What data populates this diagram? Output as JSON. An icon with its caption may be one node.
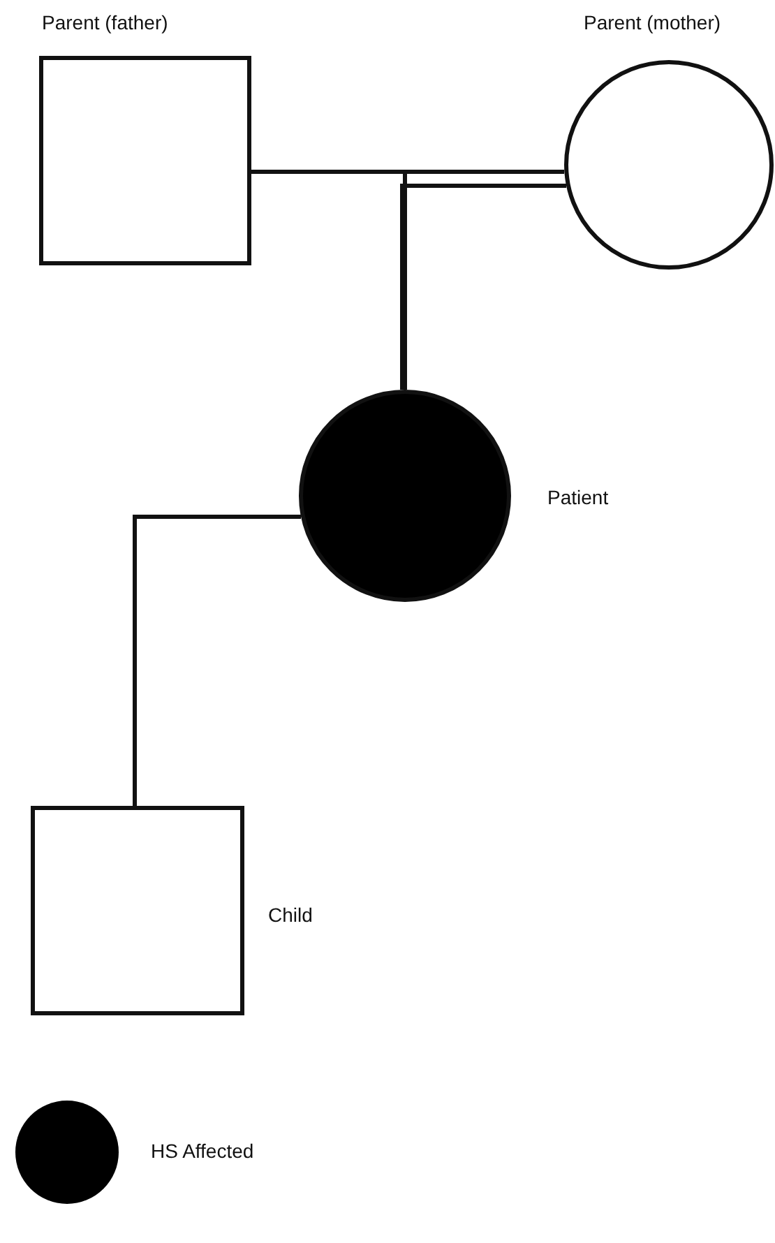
{
  "diagram": {
    "nodes": [
      {
        "text": [
          "Parent (father)"
        ]
      },
      {
        "text": [
          "Parent (mother)"
        ]
      },
      {
        "text": [],
        "shape": "circle",
        "beside": [
          "Patient"
        ]
      },
      {
        "text": [],
        "shape": "box",
        "beside": [
          "Child"
        ]
      }
    ],
    "edges": [
      {
        "from": 0,
        "to": 1,
        "arrow": "none"
      },
      {
        "from": 0,
        "to": 2,
        "arrow": "none"
      },
      {
        "from": 1,
        "to": 2,
        "arrow": "none"
      },
      {
        "from": 2,
        "to": 3,
        "arrow": "none"
      }
    ],
    "legend": [
      {
        "text": "HS Affected"
      }
    ]
  }
}
